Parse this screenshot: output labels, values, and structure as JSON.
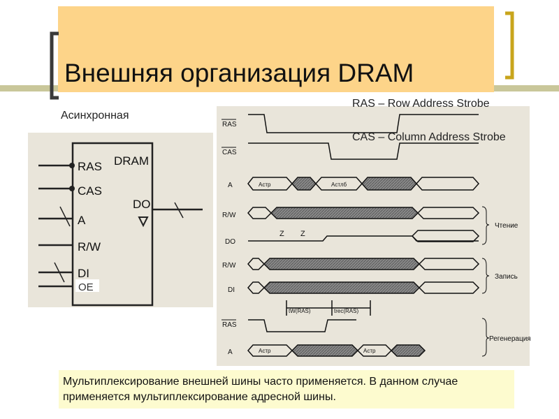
{
  "slide": {
    "title": "Внешняя организация DRAM",
    "subtitle": "Асинхронная",
    "ras_definition": "RAS – Row Address Strobe",
    "cas_definition": "CAS – Column Address Strobe",
    "bottom_text": "Мультиплексирование внешней шины  часто применяется. В данном случае применяется мультиплексирование адресной шины."
  },
  "chip": {
    "name": "DRAM",
    "pins_left": [
      "RAS",
      "CAS",
      "A",
      "R/W",
      "DI",
      "OE"
    ],
    "pin_right": "DO"
  },
  "timing": {
    "signals": [
      "RAS",
      "CAS",
      "A",
      "R/W",
      "DO",
      "R/W",
      "DI",
      "RAS",
      "A"
    ],
    "addr_row": "Aстр",
    "addr_col": "Aстлб",
    "z_label": "Z",
    "t_w": "tW(RAS)",
    "t_rec": "trec(RAS)",
    "group_read": "Чтение",
    "group_write": "Запись",
    "group_refresh": "Регенерация"
  },
  "colors": {
    "title_bg": "#fdd489",
    "olive_bar": "#c9c79a",
    "bracket": "#c8a51c",
    "bracket_dark": "#3a3a3a",
    "bottom_bg": "#fdfbcf",
    "hatch": "#666666"
  }
}
